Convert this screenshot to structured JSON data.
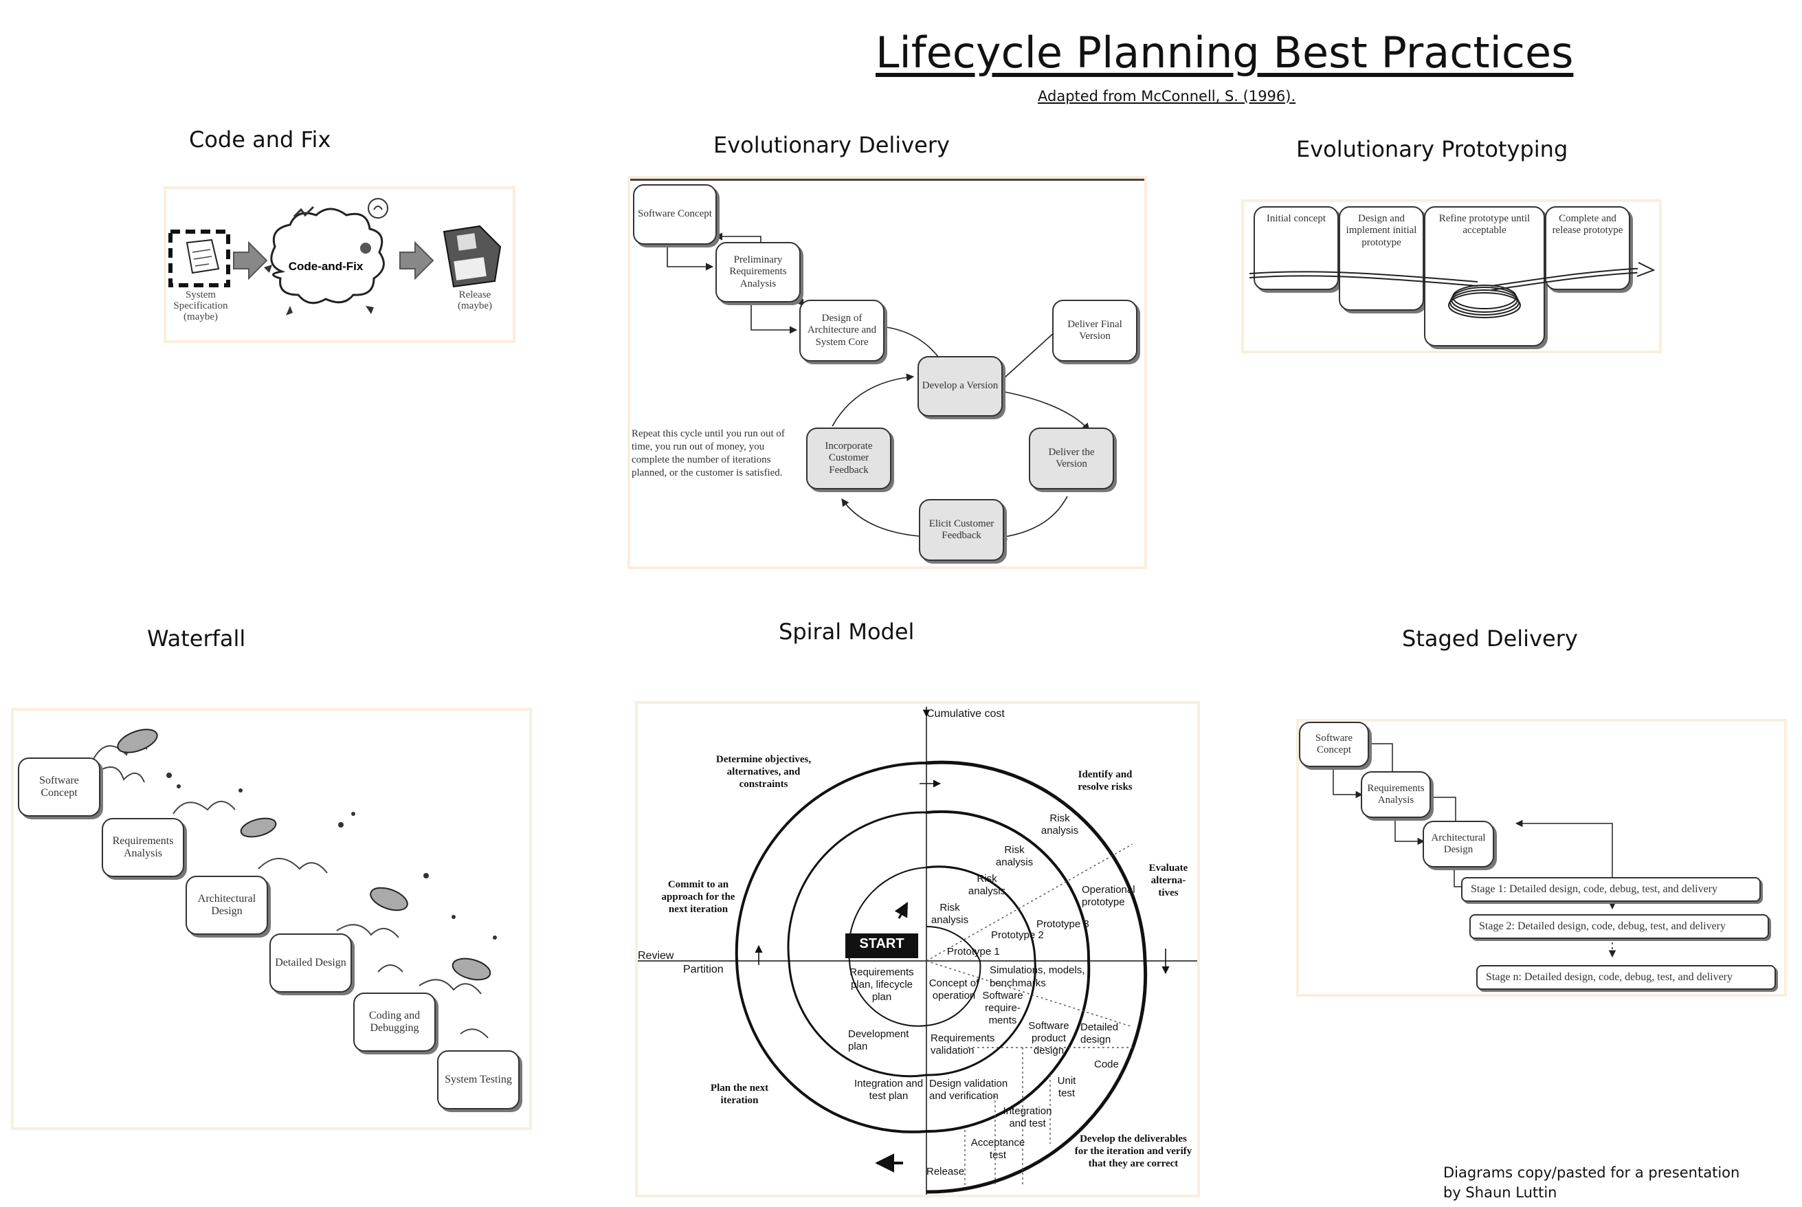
{
  "header": {
    "title": "Lifecycle Planning Best Practices",
    "subtitle": "Adapted from McConnell, S. (1996)."
  },
  "code_and_fix": {
    "heading": "Code and Fix",
    "spec_label": "System Specification (maybe)",
    "cloud_label": "Code-and-Fix",
    "release_label": "Release (maybe)"
  },
  "evolutionary_delivery": {
    "heading": "Evolutionary Delivery",
    "boxes": {
      "software_concept": "Software Concept",
      "preliminary_requirements": "Preliminary Requirements Analysis",
      "design_architecture": "Design of Architecture and System Core",
      "develop_version": "Develop a Version",
      "deliver_final": "Deliver Final Version",
      "deliver_version": "Deliver the Version",
      "elicit_feedback": "Elicit Customer Feedback",
      "incorporate_feedback": "Incorporate Customer Feedback"
    },
    "note": "Repeat this cycle until you run out of time, you run out of money, you complete the number of iterations planned, or the customer is satisfied."
  },
  "evolutionary_prototyping": {
    "heading": "Evolutionary Prototyping",
    "steps": [
      "Initial concept",
      "Design and implement initial prototype",
      "Refine prototype until acceptable",
      "Complete and release prototype"
    ]
  },
  "waterfall": {
    "heading": "Waterfall",
    "steps": [
      "Software Concept",
      "Requirements Analysis",
      "Architectural Design",
      "Detailed Design",
      "Coding and Debugging",
      "System Testing"
    ]
  },
  "spiral_model": {
    "heading": "Spiral Model",
    "axis_cost": "Cumulative cost",
    "review": "Review",
    "partition": "Partition",
    "start": "START",
    "quadrants": {
      "determine": "Determine objectives, alternatives, and constraints",
      "identify": "Identify and resolve risks",
      "evaluate": "Evaluate alterna-tives",
      "commit": "Commit to an approach for the next iteration",
      "plan": "Plan the next iteration",
      "develop": "Develop the deliverables for the iteration and verify that they are correct"
    },
    "labels": {
      "risk1": "Risk analysis",
      "risk2": "Risk analysis",
      "risk3": "Risk analysis",
      "risk4": "Risk analysis",
      "operational_prototype": "Operational prototype",
      "prototype1": "Prototype 1",
      "prototype2": "Prototype 2",
      "prototype3": "Prototype 3",
      "simulations": "Simulations, models, benchmarks",
      "req_plan": "Requirements plan, lifecycle plan",
      "concept_of_operation": "Concept of operation",
      "software_requirements": "Software require-ments",
      "development_plan": "Development plan",
      "requirements_validation": "Requirements validation",
      "software_product_design": "Software product design",
      "detailed_design": "Detailed design",
      "code": "Code",
      "integration_test_plan": "Integration and test plan",
      "design_validation": "Design validation and verification",
      "unit_test": "Unit test",
      "integration_and_test": "Integration and test",
      "acceptance_test": "Acceptance test",
      "release": "Release"
    }
  },
  "staged_delivery": {
    "heading": "Staged Delivery",
    "boxes": [
      "Software Concept",
      "Requirements Analysis",
      "Architectural Design"
    ],
    "stages": [
      "Stage 1:  Detailed design, code, debug, test, and delivery",
      "Stage 2:  Detailed design, code, debug, test, and delivery",
      "Stage n:  Detailed design, code, debug, test, and delivery"
    ]
  },
  "footer": {
    "credit_line1": "Diagrams copy/pasted for a presentation",
    "credit_line2": "by Shaun Luttin"
  },
  "colors": {
    "panel_border": "#fbeedd",
    "box_fill_gray": "#e3e3e3",
    "ink": "#333333"
  },
  "icons": [
    "document-icon",
    "arrow-right-icon",
    "cloud-icon",
    "floppy-disk-icon",
    "fish-icon",
    "splash-icon"
  ]
}
